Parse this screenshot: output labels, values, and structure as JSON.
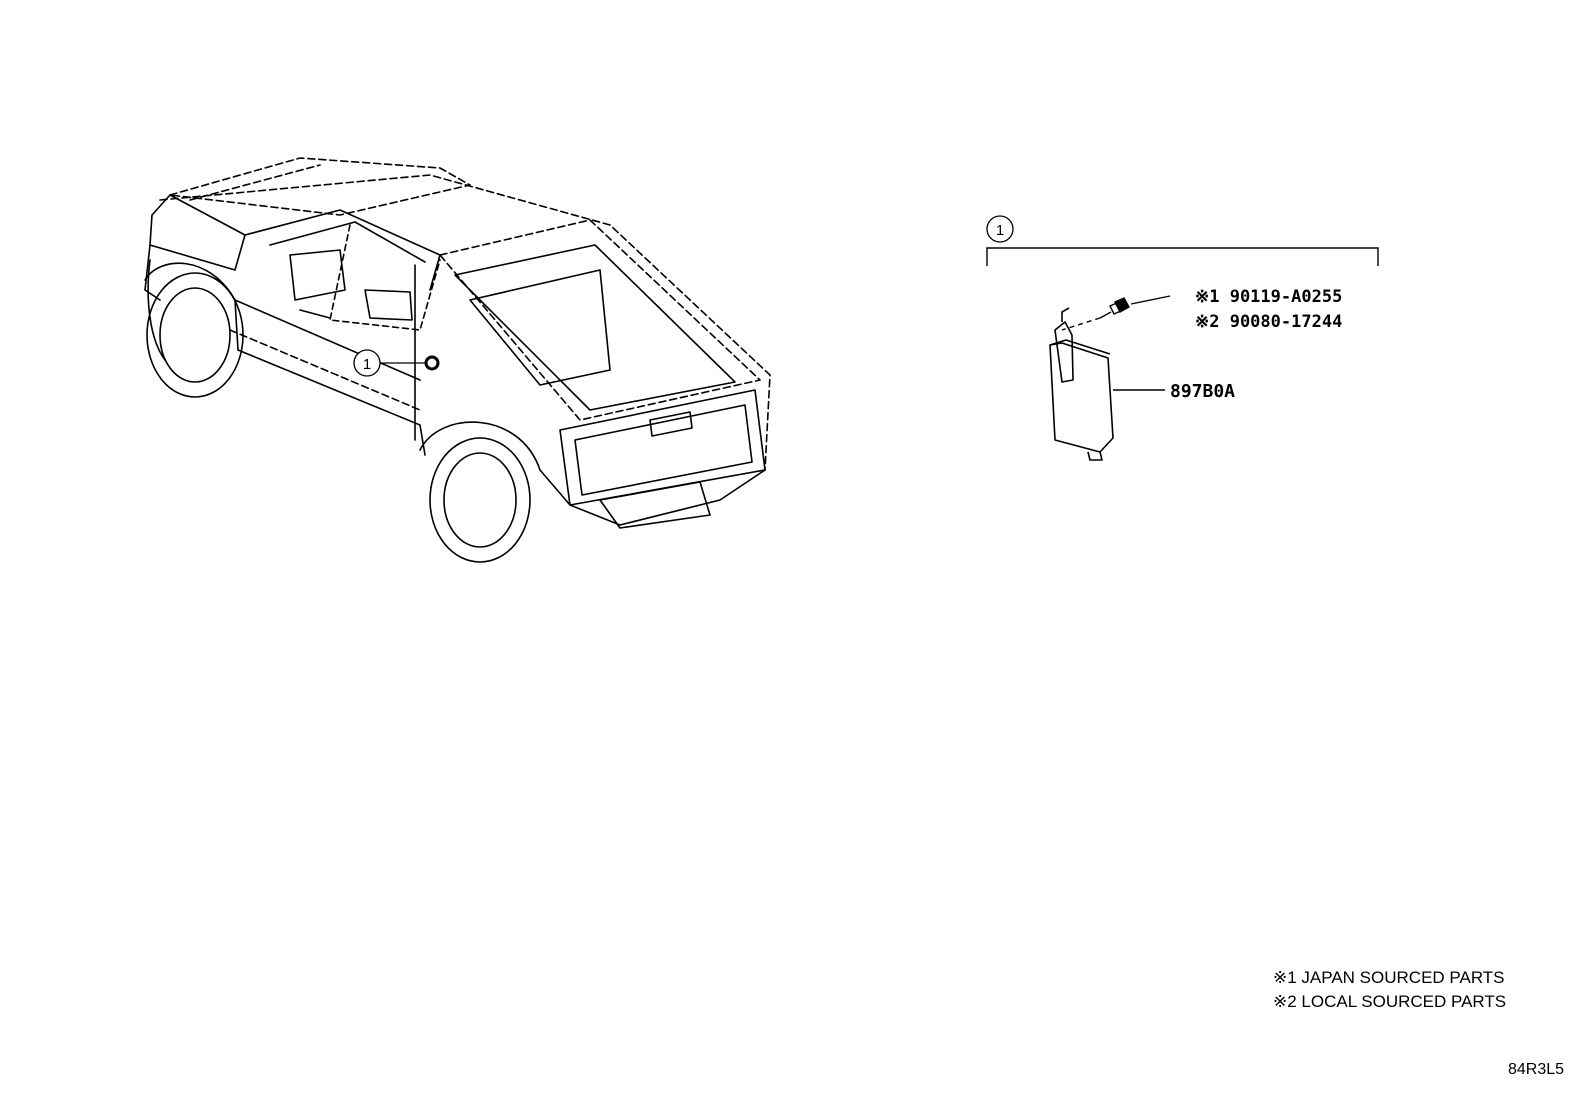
{
  "callouts": {
    "vehicle_callout": "1",
    "assembly_callout": "1"
  },
  "parts": {
    "bolt_japan": "※1 90119-A0255",
    "bolt_local": "※2 90080-17244",
    "module": "897B0A"
  },
  "legend": {
    "japan": "※1 JAPAN SOURCED PARTS",
    "local": "※2 LOCAL SOURCED PARTS"
  },
  "illustration_code": "84R3L5",
  "icons": [
    "truck-illustration",
    "bolt-icon",
    "module-icon"
  ]
}
